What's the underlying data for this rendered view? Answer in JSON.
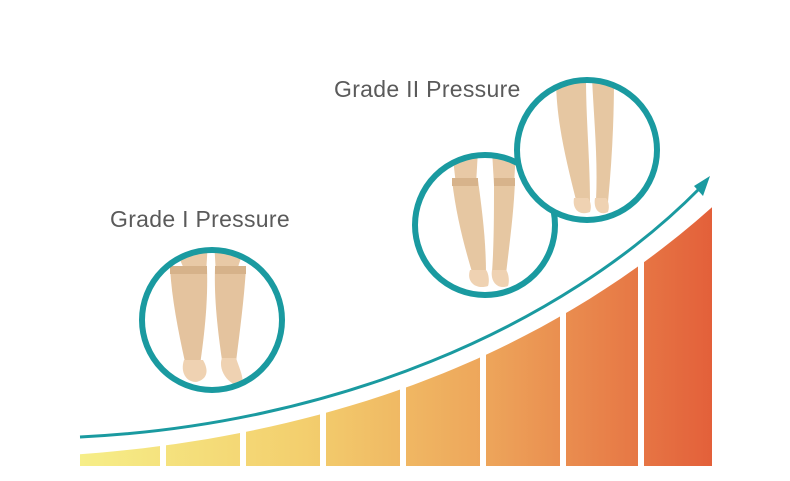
{
  "labels": {
    "grade_1": "Grade I Pressure",
    "grade_2": "Grade II Pressure"
  },
  "images": {
    "grade_1_photo": "knee-high compression stocking, open toe, on legs",
    "grade_2a_photo": "knee-high compression stocking, open toe, on legs",
    "grade_2b_photo": "thigh-high compression stocking, open toe, on legs"
  },
  "colors": {
    "accent_teal": "#1a9aa0",
    "bar_low": "#f6ee88",
    "bar_high": "#e3603a",
    "skin_tone": "#e8c9a6"
  }
}
